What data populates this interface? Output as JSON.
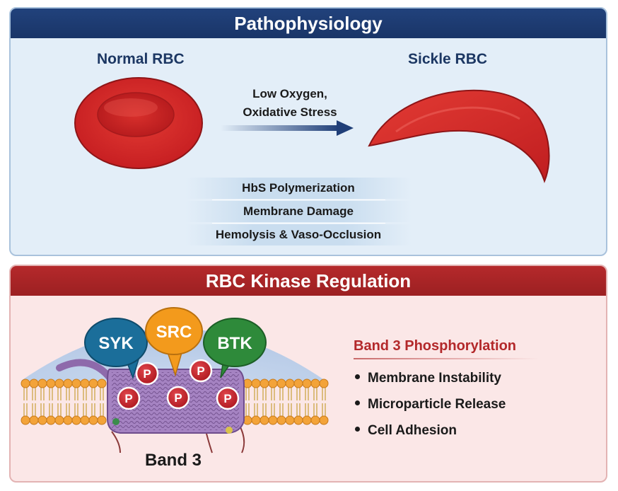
{
  "pathophysiology": {
    "header": "Pathophysiology",
    "normal_label": "Normal RBC",
    "sickle_label": "Sickle RBC",
    "trigger_line1": "Low Oxygen,",
    "trigger_line2": "Oxidative Stress",
    "steps": [
      "HbS Polymerization",
      "Membrane Damage",
      "Hemolysis & Vaso-Occlusion"
    ],
    "colors": {
      "header": "#1f3e78",
      "panel": "#e3eef8",
      "rbc": "#d42a2a",
      "arrow": "#1f3e78"
    }
  },
  "kinase_regulation": {
    "header": "RBC Kinase Regulation",
    "kinases": [
      {
        "name": "SYK",
        "color": "#1b6e9a"
      },
      {
        "name": "SRC",
        "color": "#f39a1c"
      },
      {
        "name": "BTK",
        "color": "#2e8a3a"
      }
    ],
    "phospho_symbol": "P",
    "protein_label": "Band 3",
    "effects_title": "Band 3 Phosphorylation",
    "effects": [
      "Membrane Instability",
      "Microparticle Release",
      "Cell Adhesion"
    ],
    "colors": {
      "header": "#a82426",
      "panel": "#fbe7e7",
      "protein": "#9c79b8",
      "phospho": "#c4212a",
      "membrane": "#f3a339"
    }
  }
}
